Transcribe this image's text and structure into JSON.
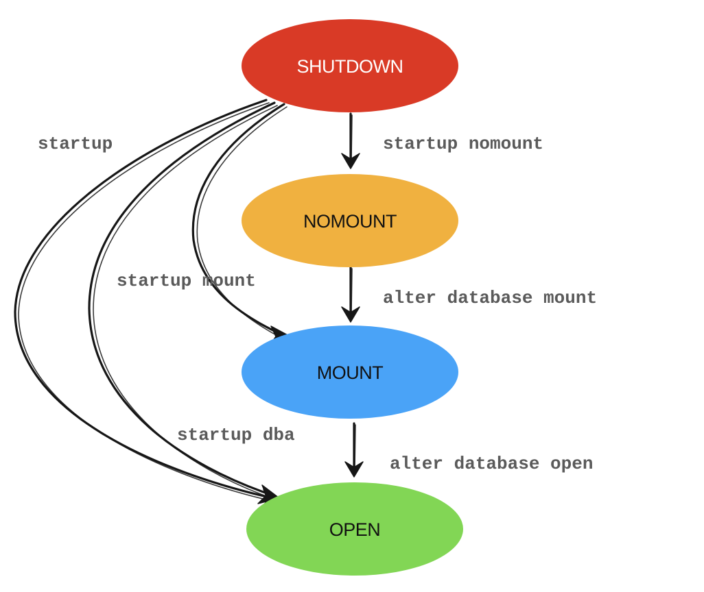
{
  "nodes": {
    "shutdown": {
      "label": "SHUTDOWN",
      "fill": "#D93A26",
      "text_color": "#FFFFFF"
    },
    "nomount": {
      "label": "NOMOUNT",
      "fill": "#F0B140",
      "text_color": "#111111"
    },
    "mount": {
      "label": "MOUNT",
      "fill": "#4AA3F7",
      "text_color": "#111111"
    },
    "open": {
      "label": "OPEN",
      "fill": "#82D655",
      "text_color": "#111111"
    }
  },
  "edges": {
    "startup": {
      "label": "startup"
    },
    "startup_nomount": {
      "label": "startup nomount"
    },
    "startup_mount": {
      "label": "startup mount"
    },
    "alter_database_mount": {
      "label": "alter database mount"
    },
    "startup_dba": {
      "label": "startup dba"
    },
    "alter_database_open": {
      "label": "alter database open"
    }
  },
  "colors": {
    "arrow": "#161616",
    "edge_label": "#5A5A5A"
  }
}
